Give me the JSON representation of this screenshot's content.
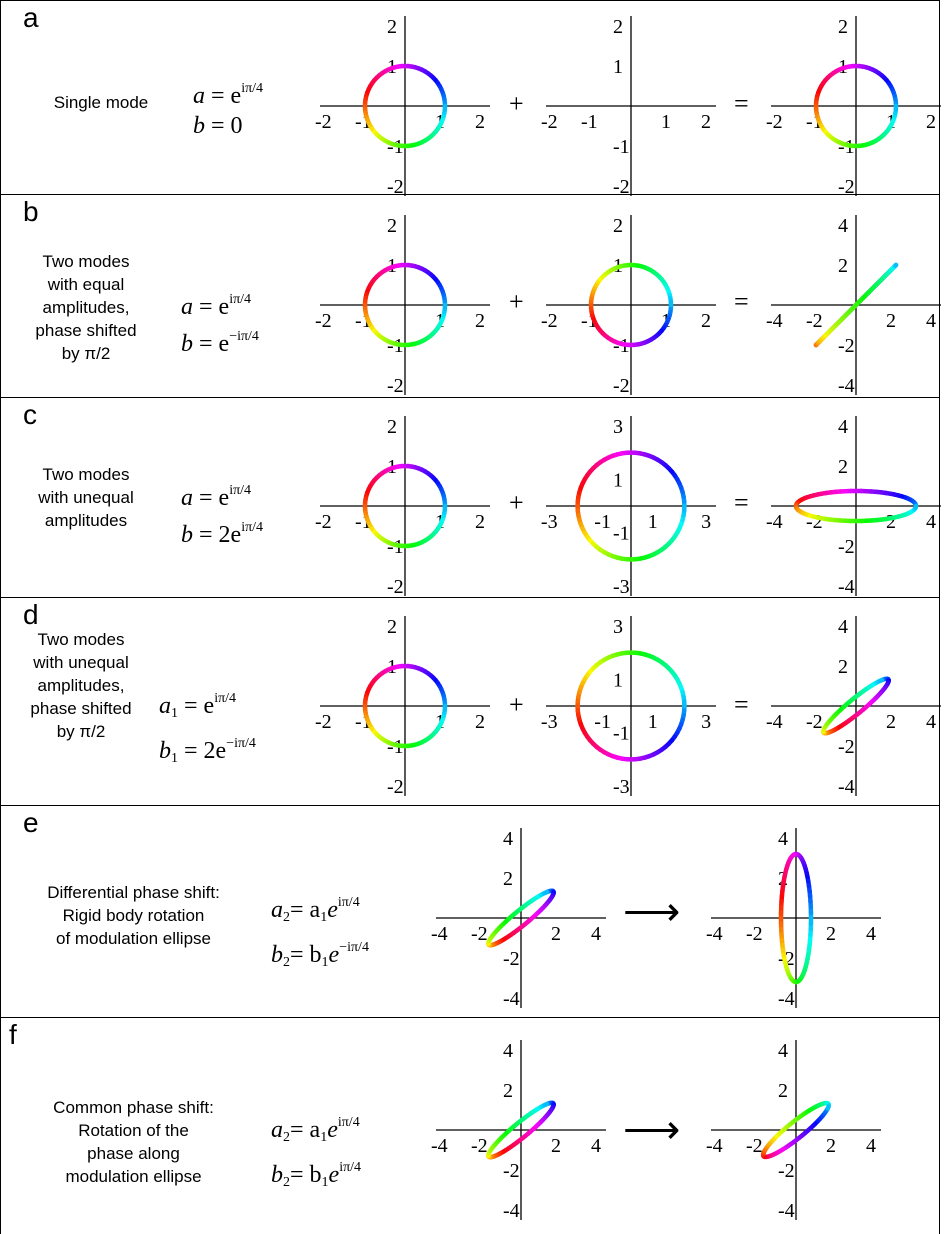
{
  "panels": [
    {
      "letter": "a",
      "description": [
        "Single mode"
      ],
      "equations": [
        {
          "lhs": "a",
          "rhs": "= e",
          "exp": "iπ/4"
        },
        {
          "lhs": "b",
          "rhs": "= 0",
          "exp": ""
        }
      ],
      "op1": "+",
      "op2": "=",
      "plots": [
        {
          "ticks": "2",
          "curve": "circle",
          "r": 1,
          "dir": "ccw"
        },
        {
          "ticks": "2",
          "curve": "none"
        },
        {
          "ticks": "2",
          "curve": "circle",
          "r": 1,
          "dir": "ccw"
        }
      ]
    },
    {
      "letter": "b",
      "description": [
        "Two modes",
        "with equal",
        "amplitudes,",
        "phase shifted",
        "by π/2"
      ],
      "equations": [
        {
          "lhs": "a",
          "rhs": "= e",
          "exp": "iπ/4"
        },
        {
          "lhs": "b",
          "rhs": "= e",
          "exp": "−iπ/4"
        }
      ],
      "op1": "+",
      "op2": "=",
      "plots": [
        {
          "ticks": "2",
          "curve": "circle",
          "r": 1,
          "dir": "ccw"
        },
        {
          "ticks": "2",
          "curve": "circle",
          "r": 1,
          "dir": "cw"
        },
        {
          "ticks": "4",
          "curve": "line"
        }
      ]
    },
    {
      "letter": "c",
      "description": [
        "Two modes",
        "with unequal",
        "amplitudes"
      ],
      "equations": [
        {
          "lhs": "a",
          "rhs": "= e",
          "exp": "iπ/4"
        },
        {
          "lhs": "b",
          "rhs": "= 2e",
          "exp": "iπ/4"
        }
      ],
      "op1": "+",
      "op2": "=",
      "plots": [
        {
          "ticks": "2",
          "curve": "circle",
          "r": 1,
          "dir": "ccw"
        },
        {
          "ticks": "3",
          "curve": "circle",
          "r": 2,
          "dir": "ccw"
        },
        {
          "ticks": "4",
          "curve": "ellipse-flat"
        }
      ]
    },
    {
      "letter": "d",
      "description": [
        "Two modes",
        "with unequal",
        "amplitudes,",
        "phase shifted",
        "by π/2"
      ],
      "equations": [
        {
          "lhs": "a",
          "sub": "1",
          "rhs": "= e",
          "exp": "iπ/4"
        },
        {
          "lhs": "b",
          "sub": "1",
          "rhs": "= 2e",
          "exp": "−iπ/4"
        }
      ],
      "op1": "+",
      "op2": "=",
      "plots": [
        {
          "ticks": "2",
          "curve": "circle",
          "r": 1,
          "dir": "ccw"
        },
        {
          "ticks": "3",
          "curve": "circle",
          "r": 2,
          "dir": "cw"
        },
        {
          "ticks": "4",
          "curve": "ellipse-tilt"
        }
      ]
    },
    {
      "letter": "e",
      "description": [
        "Differential phase shift:",
        "Rigid body rotation",
        "of modulation ellipse"
      ],
      "equations": [
        {
          "lhs": "a",
          "sub": "2",
          "rhs": "= a",
          "sub2": "1",
          "rhs2": "e",
          "exp": "iπ/4"
        },
        {
          "lhs": "b",
          "sub": "2",
          "rhs": "= b",
          "sub2": "1",
          "rhs2": "e",
          "exp": "−iπ/4"
        }
      ],
      "arrow": "⟶",
      "plots": [
        {
          "ticks": "4",
          "curve": "ellipse-tilt"
        },
        {
          "ticks": "4",
          "curve": "ellipse-vert"
        }
      ]
    },
    {
      "letter": "f",
      "description": [
        "Common phase shift:",
        "Rotation of the",
        "phase along",
        "modulation ellipse"
      ],
      "equations": [
        {
          "lhs": "a",
          "sub": "2",
          "rhs": "= a",
          "sub2": "1",
          "rhs2": "e",
          "exp": "iπ/4"
        },
        {
          "lhs": "b",
          "sub": "2",
          "rhs": "= b",
          "sub2": "1",
          "rhs2": "e",
          "exp": "iπ/4"
        }
      ],
      "arrow": "⟶",
      "plots": [
        {
          "ticks": "4",
          "curve": "ellipse-tilt"
        },
        {
          "ticks": "4",
          "curve": "ellipse-tilt-shift"
        }
      ]
    }
  ],
  "tick_sets": {
    "2": {
      "x": [
        "-2",
        "-1",
        "1",
        "2"
      ],
      "y": [
        "2",
        "1",
        "-1",
        "-2"
      ]
    },
    "3": {
      "x": [
        "-3",
        "-1",
        "1",
        "3"
      ],
      "y": [
        "3",
        "1",
        "-1",
        "-3"
      ]
    },
    "4": {
      "x": [
        "-4",
        "-2",
        "2",
        "4"
      ],
      "y": [
        "4",
        "2",
        "-2",
        "-4"
      ]
    }
  }
}
